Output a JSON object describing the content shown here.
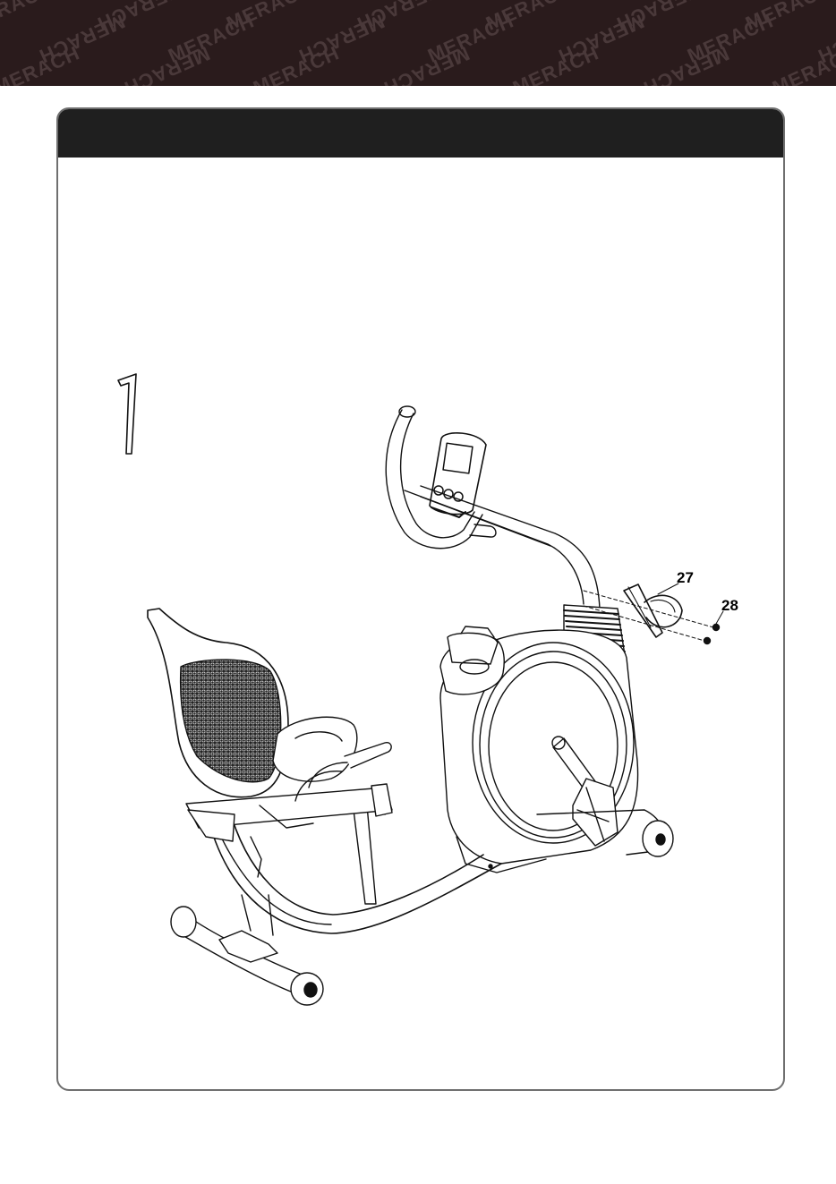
{
  "banner": {
    "brand_text": "MERACH",
    "background": "#2a1b1c"
  },
  "step": {
    "header_label": "",
    "header_color": "#1f1f1f"
  },
  "figure": {
    "tool_icon": "hex-key-icon",
    "callouts": [
      {
        "label": "27"
      },
      {
        "label": "28"
      }
    ]
  }
}
